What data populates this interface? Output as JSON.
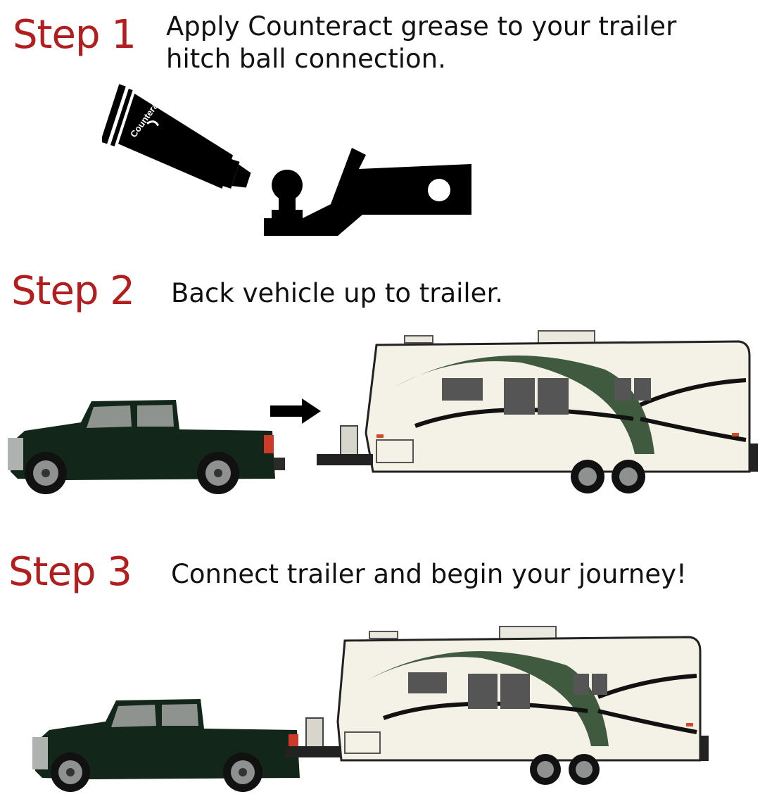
{
  "steps": [
    {
      "label": "Step 1",
      "text": "Apply Counteract grease to your trailer\nhitch ball connection."
    },
    {
      "label": "Step 2",
      "text": "Back vehicle up to trailer."
    },
    {
      "label": "Step 3",
      "text": "Connect trailer and begin your journey!"
    }
  ],
  "tube_brand": "Counteract",
  "colors": {
    "step_label": "#b21e1e",
    "body_text": "#111111",
    "truck": "#13261a",
    "trailer_body": "#f4f1e6",
    "trailer_stripe": "#3f5a3f",
    "illustration": "#000000"
  },
  "icons": [
    "grease-tube-icon",
    "hitch-ball-mount-icon",
    "pickup-truck-icon",
    "arrow-right-icon",
    "travel-trailer-icon"
  ]
}
